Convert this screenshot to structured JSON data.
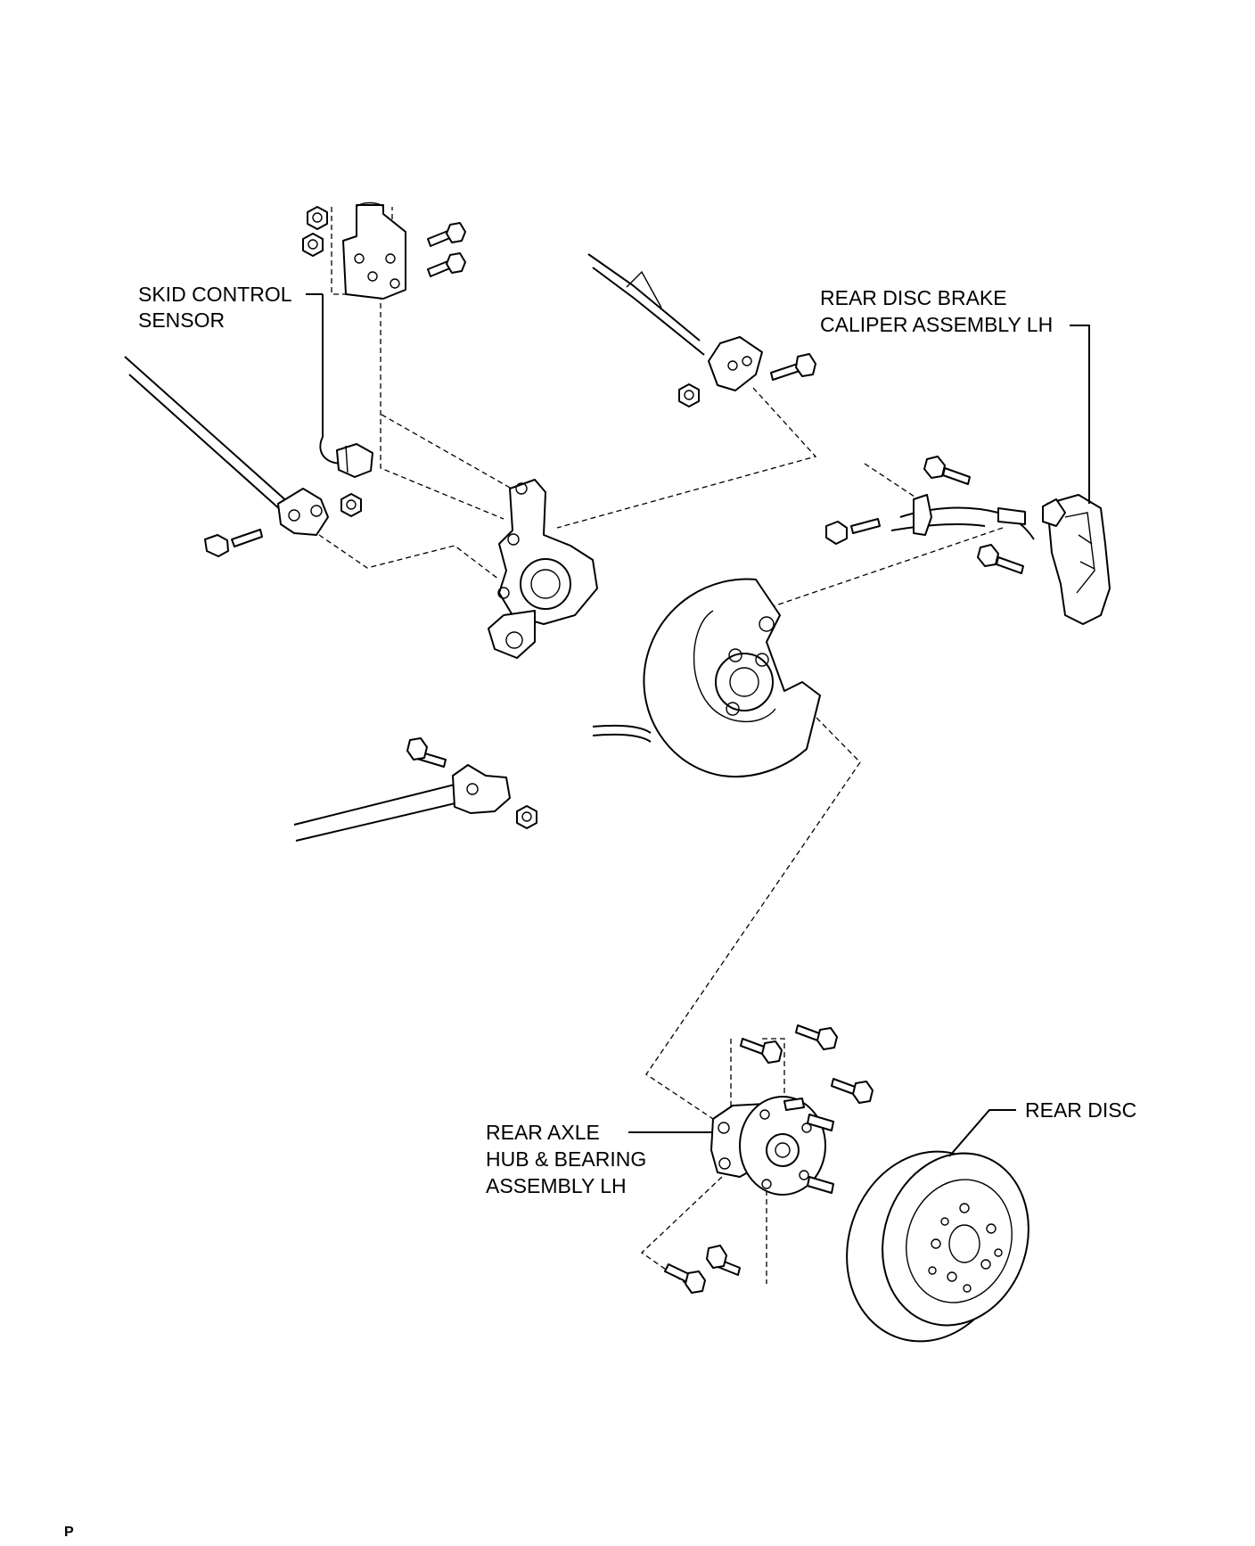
{
  "labels": {
    "skid_sensor": [
      "SKID CONTROL",
      "SENSOR"
    ],
    "caliper": [
      "REAR DISC BRAKE",
      "CALIPER ASSEMBLY LH"
    ],
    "hub": [
      "REAR AXLE",
      "HUB & BEARING",
      "ASSEMBLY LH"
    ],
    "disc": [
      "REAR DISC"
    ]
  },
  "footer_code": "P"
}
